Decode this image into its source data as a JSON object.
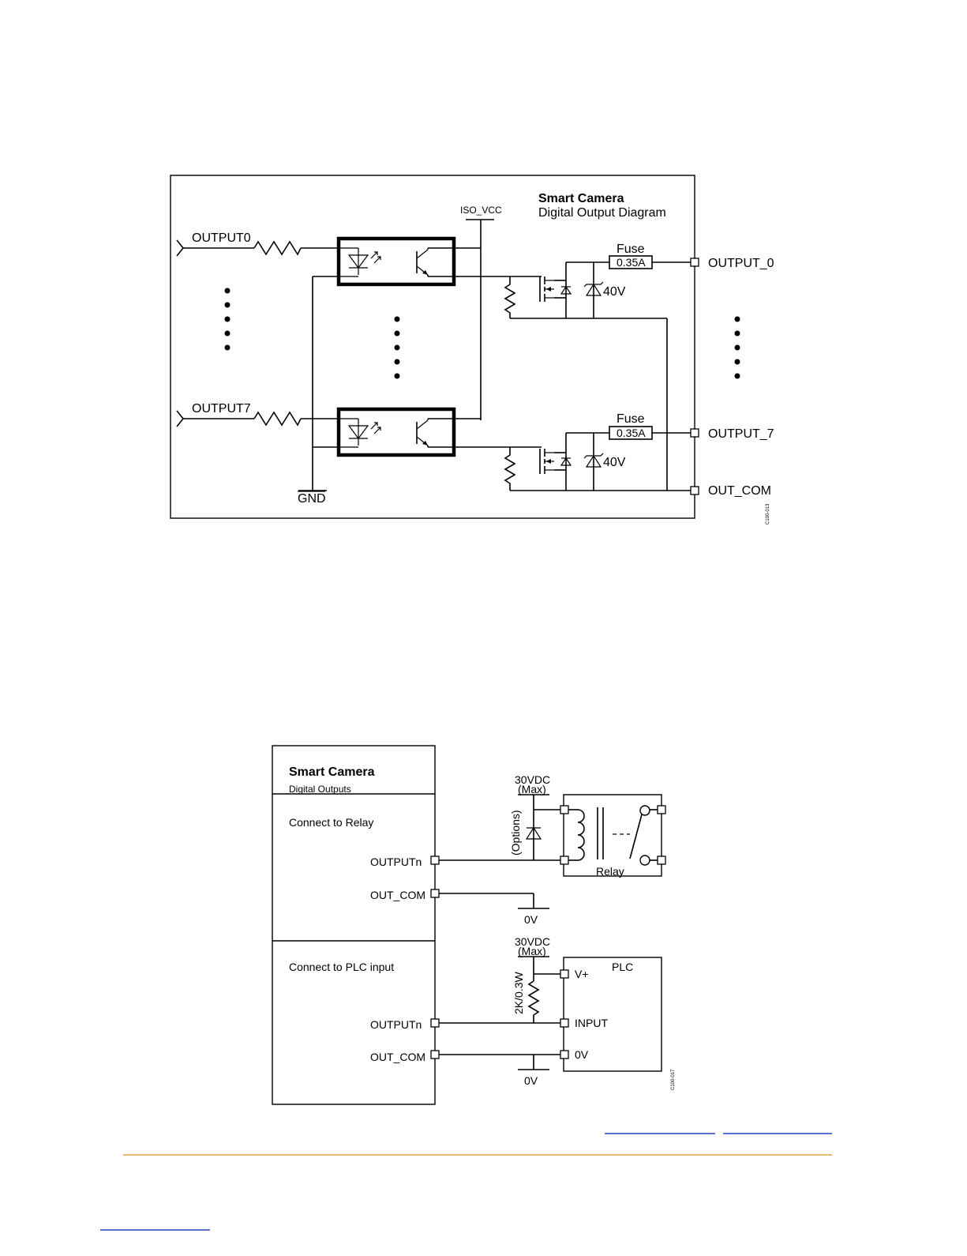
{
  "diagram1": {
    "title": "Smart Camera",
    "subtitle": "Digital Output Diagram",
    "iso_vcc": "ISO_VCC",
    "gnd": "GND",
    "inputs": [
      "OUTPUT0",
      "OUTPUT7"
    ],
    "fuse_label": "Fuse",
    "fuse_value": "0.35A",
    "zener": "40V",
    "outputs": [
      "OUTPUT_0",
      "OUTPUT_7",
      "OUT_COM"
    ],
    "figure_code": "C100-013"
  },
  "diagram2": {
    "title": "Smart Camera",
    "subtitle": "Digital Outputs",
    "section_relay": "Connect to Relay",
    "section_plc": "Connect to PLC input",
    "outputn": "OUTPUTn",
    "out_com": "OUT_COM",
    "supply": "30VDC",
    "supply_max": "(Max)",
    "options": "(Options)",
    "relay": "Relay",
    "zero_v": "0V",
    "plc": "PLC",
    "plc_vplus": "V+",
    "plc_input": "INPUT",
    "plc_0v": "0V",
    "resistor": "2K/0.3W",
    "figure_code": "C100-017"
  },
  "colors": {
    "rule": "#e8a54a",
    "link": "#2a3fc8"
  }
}
